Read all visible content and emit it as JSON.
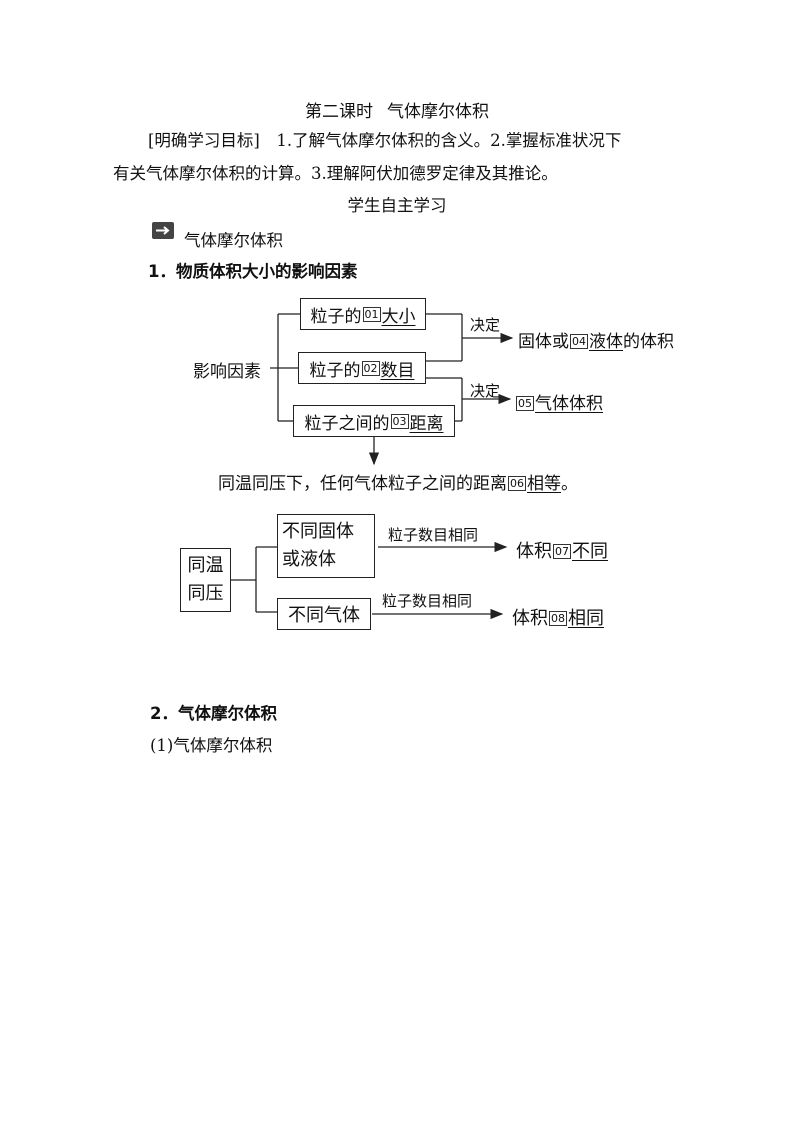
{
  "header": {
    "title_left": "第二课时",
    "title_right": "气体摩尔体积"
  },
  "goals": {
    "line1": "[明确学习目标]　1.了解气体摩尔体积的含义。2.掌握标准状况下",
    "line2": "有关气体摩尔体积的计算。3.理解阿伏加德罗定律及其推论。"
  },
  "subhead": "学生自主学习",
  "section_title": "气体摩尔体积",
  "heading1": "1．物质体积大小的影响因素",
  "diagram1": {
    "root": "影响因素",
    "factors": [
      {
        "prefix": "粒子的",
        "num": "01",
        "answer": "大小"
      },
      {
        "prefix": "粒子的",
        "num": "02",
        "answer": "数目"
      },
      {
        "prefix": "粒子之间的",
        "num": "03",
        "answer": "距离"
      }
    ],
    "arrow_label_1": "决定",
    "result1": {
      "pre": "固体或",
      "num": "04",
      "answer": "液体",
      "post": "的体积"
    },
    "arrow_label_2": "决定",
    "result2": {
      "num": "05",
      "answer": "气体体积"
    },
    "conclusion": {
      "pre": "同温同压下，任何气体粒子之间的距离",
      "num": "06",
      "answer": "相等",
      "post": "。"
    }
  },
  "diagram2": {
    "condition_line1": "同温",
    "condition_line2": "同压",
    "branch1": {
      "line1": "不同固体",
      "line2": "或液体",
      "arrow_label": "粒子数目相同",
      "result_pre": "体积",
      "num": "07",
      "answer": "不同"
    },
    "branch2": {
      "text": "不同气体",
      "arrow_label": "粒子数目相同",
      "result_pre": "体积",
      "num": "08",
      "answer": "相同"
    }
  },
  "heading2": "2．气体摩尔体积",
  "heading3": "(1)气体摩尔体积"
}
